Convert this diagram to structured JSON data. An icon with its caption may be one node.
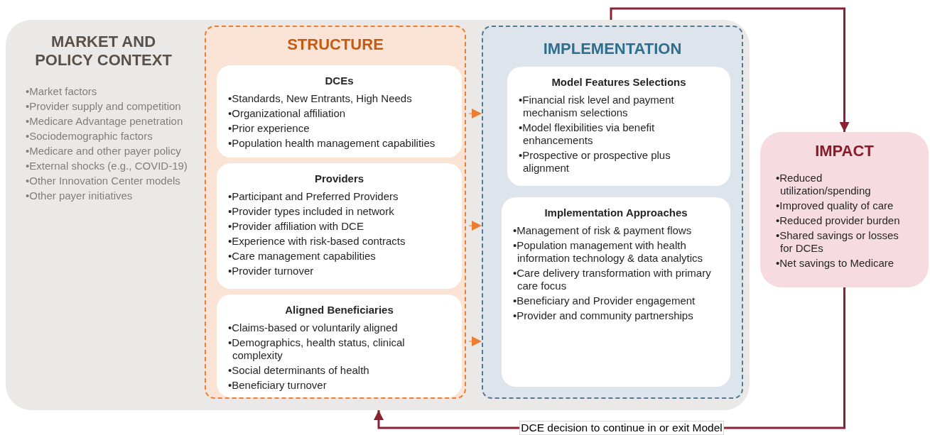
{
  "diagram": {
    "nodes": [
      {
        "text": [
          "MARKET AND POLICY CONTEXT",
          "•Market factors",
          "•Provider supply and competition",
          "•Medicare Advantage penetration",
          "•Sociodemographic factors",
          "•Medicare and other payer policy",
          "•External shocks (e.g., COVID-19)",
          "•Other Innovation Center models",
          "•Other payer initiatives"
        ]
      },
      {
        "text": [
          "STRUCTURE"
        ],
        "in": 0
      },
      {
        "text": [
          "DCEs",
          "•Standards, New Entrants, High Needs",
          "•Organizational affiliation",
          "•Prior experience",
          "•Population health management capabilities"
        ],
        "in": 1
      },
      {
        "text": [
          "Providers",
          "•Participant and Preferred Providers",
          "•Provider types included in network",
          "•Provider affiliation with DCE",
          "•Experience with risk-based contracts",
          "•Care management capabilities",
          "•Provider turnover"
        ],
        "in": 1
      },
      {
        "text": [
          "Aligned Beneficiaries",
          "•Claims-based or voluntarily aligned",
          "•Demographics, health status, clinical complexity",
          "•Social determinants of health",
          "•Beneficiary turnover"
        ],
        "in": 1
      },
      {
        "text": [
          "IMPLEMENTATION"
        ],
        "in": 0
      },
      {
        "text": [
          "Model Features Selections",
          "•Financial risk level and payment mechanism selections",
          "•Model flexibilities via benefit enhancements",
          "•Prospective or prospective plus alignment"
        ],
        "in": 5
      },
      {
        "text": [
          "Implementation Approaches",
          "•Management of risk & payment flows",
          "•Population management with health information technology & data analytics",
          "•Care delivery transformation with primary care focus",
          "•Beneficiary and Provider engagement",
          "•Provider and community partnerships"
        ],
        "in": 5
      },
      {
        "text": [
          "IMPACT",
          "•Reduced utilization/spending",
          "•Improved quality of care",
          "•Reduced provider burden",
          "•Shared savings or losses for DCEs",
          "•Net savings to Medicare"
        ]
      }
    ],
    "edges": [
      {
        "from": 1,
        "to": 5,
        "arrow": "to",
        "color": "#ed7d31"
      },
      {
        "from": 1,
        "to": 5,
        "arrow": "to",
        "color": "#ed7d31"
      },
      {
        "from": 1,
        "to": 5,
        "arrow": "to",
        "color": "#ed7d31"
      },
      {
        "from": 0,
        "to": 8,
        "arrow": "to",
        "style": "thick",
        "color": "#8b2234"
      },
      {
        "from": 8,
        "to": 0,
        "arrow": "to",
        "style": "thick",
        "color": "#8b2234",
        "label": "DCE decision to continue in or exit Model"
      }
    ]
  }
}
